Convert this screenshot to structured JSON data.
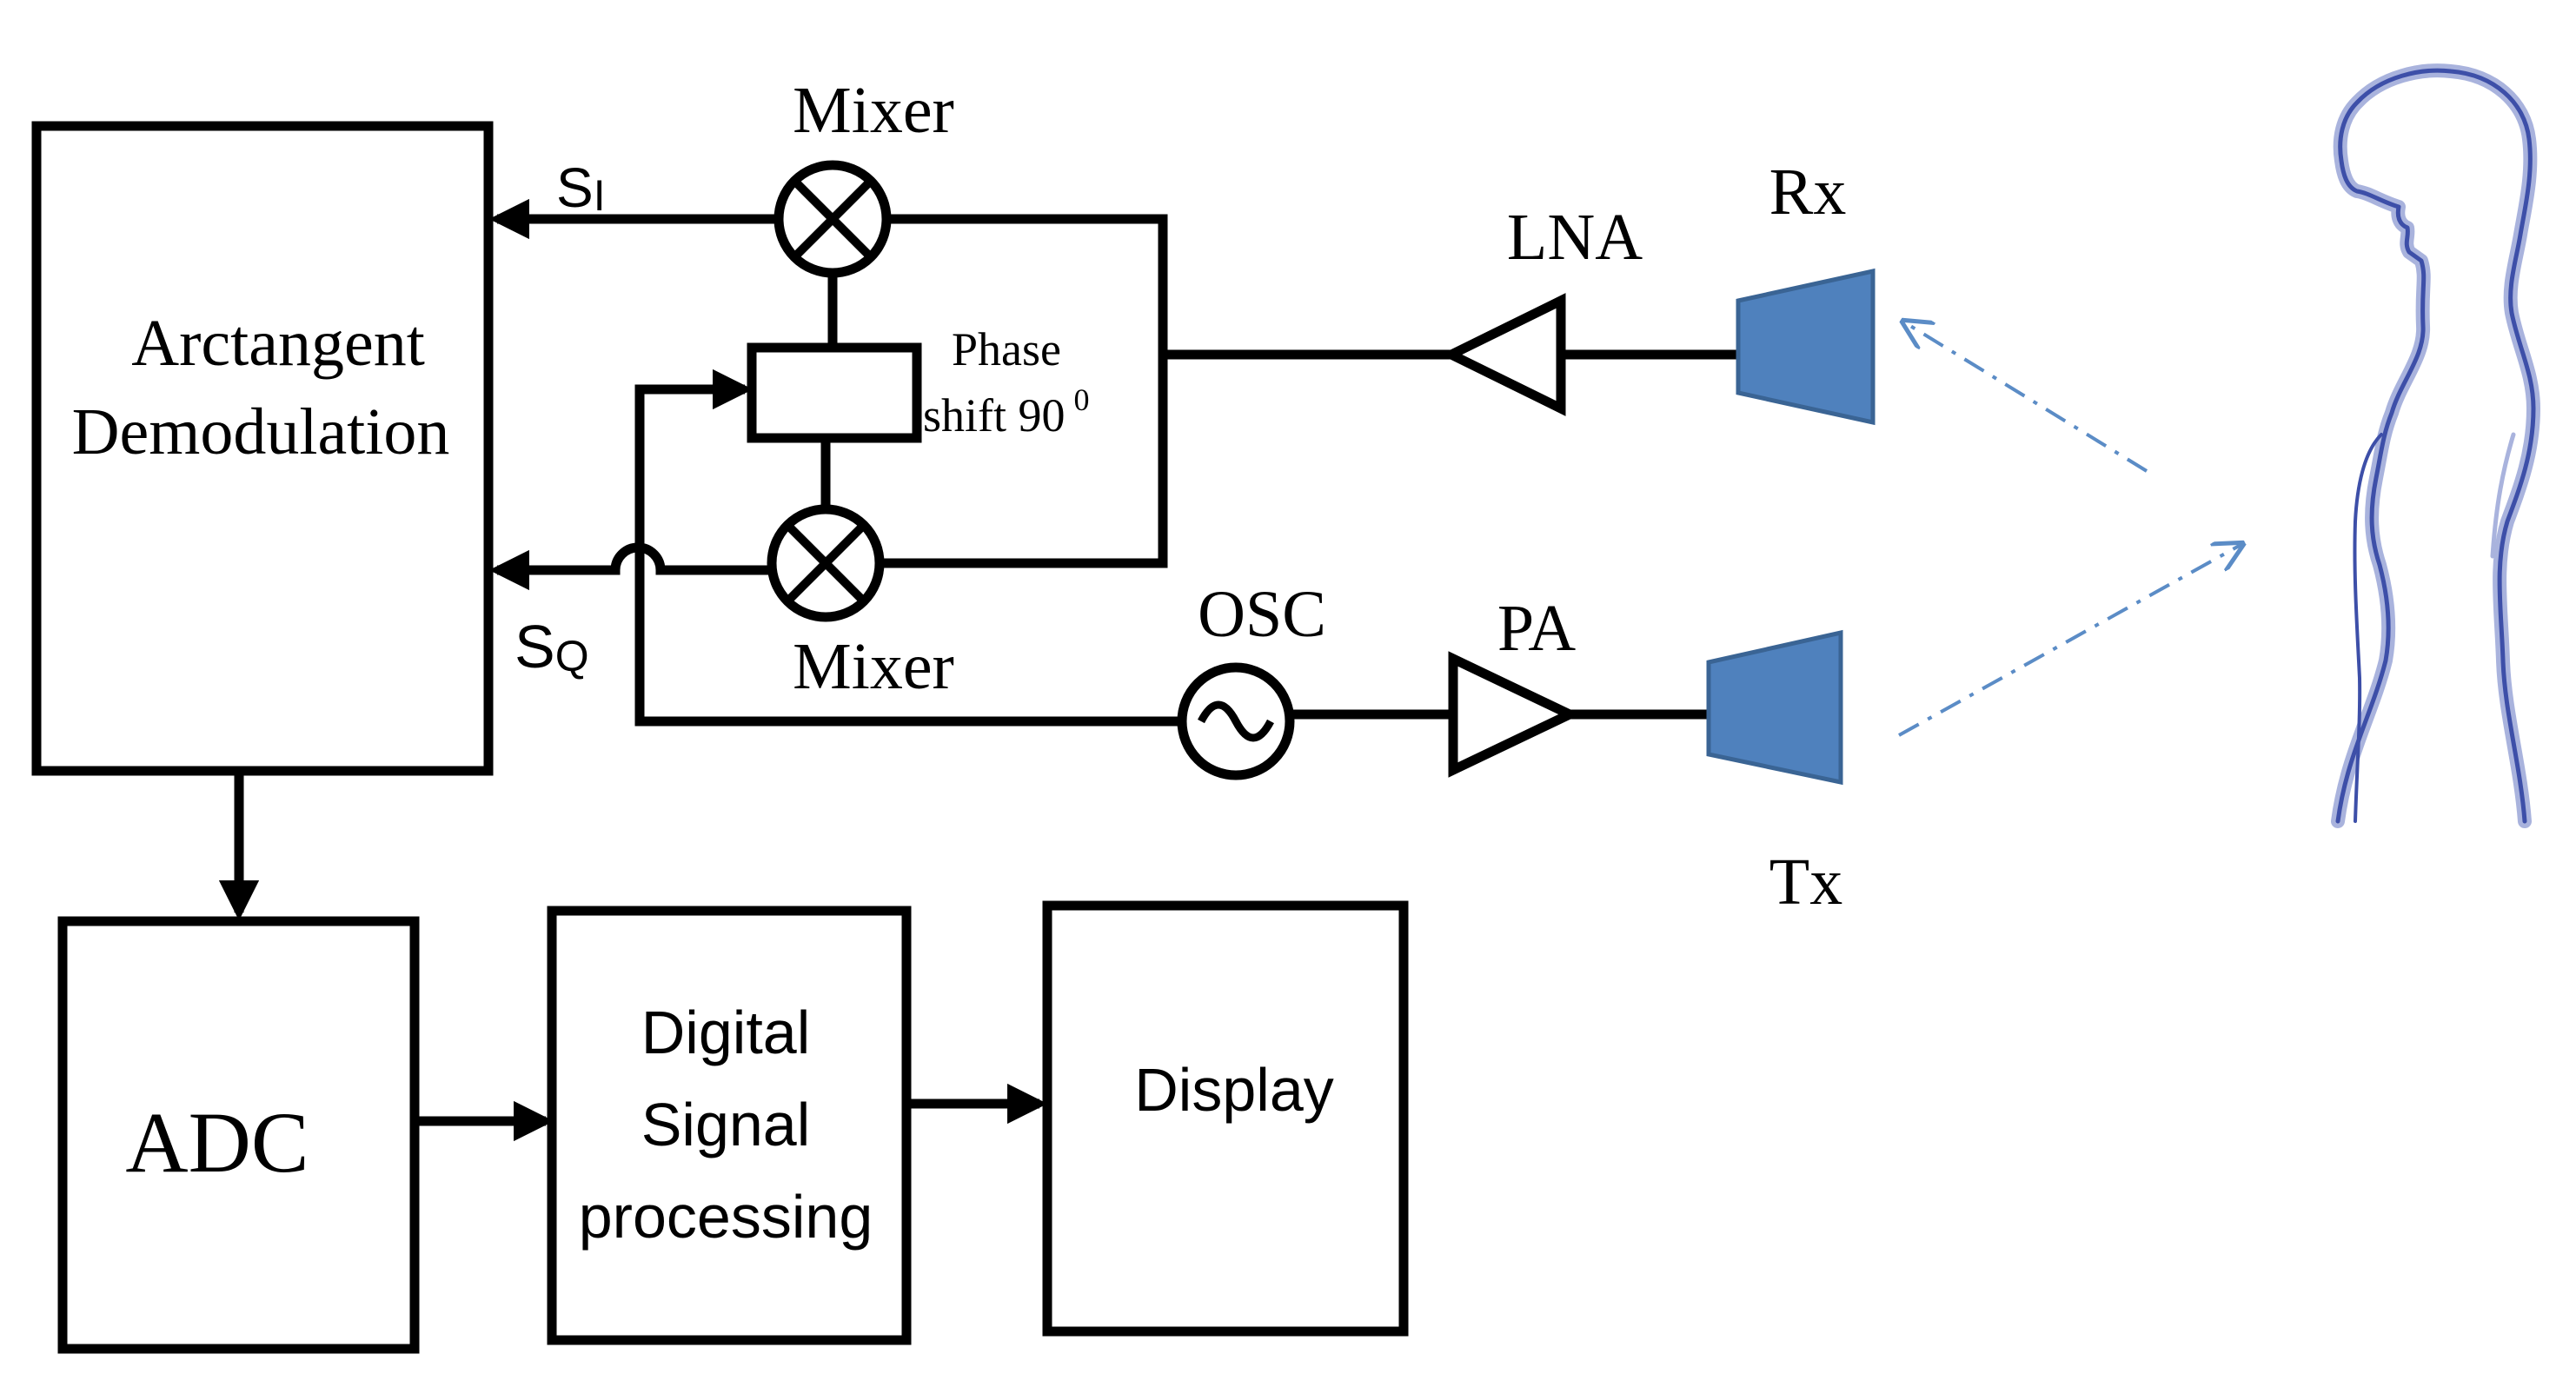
{
  "blocks": {
    "arctangent_line1": "Arctangent",
    "arctangent_line2": "Demodulation",
    "adc": "ADC",
    "dsp_line1": "Digital",
    "dsp_line2": "Signal",
    "dsp_line3": "processing",
    "display": "Display"
  },
  "labels": {
    "mixer_top": "Mixer",
    "mixer_bottom": "Mixer",
    "phase_shift_line1": "Phase",
    "phase_shift_line2": "shift 90",
    "phase_shift_sup": "0",
    "si_main": "S",
    "si_sub": "I",
    "sq_main": "S",
    "sq_sub": "Q",
    "lna": "LNA",
    "pa": "PA",
    "osc": "OSC",
    "rx": "Rx",
    "tx": "Tx"
  },
  "colors": {
    "antenna_fill": "#4f81bd",
    "antenna_stroke": "#3a6494",
    "beam": "#5b8cc6",
    "body_outline": "#3d4fa8",
    "body_shadow": "#a9b3dd"
  },
  "icons": {
    "mixer": "circle-cross-icon",
    "oscillator": "sine-wave-icon",
    "amplifier": "triangle-icon"
  }
}
